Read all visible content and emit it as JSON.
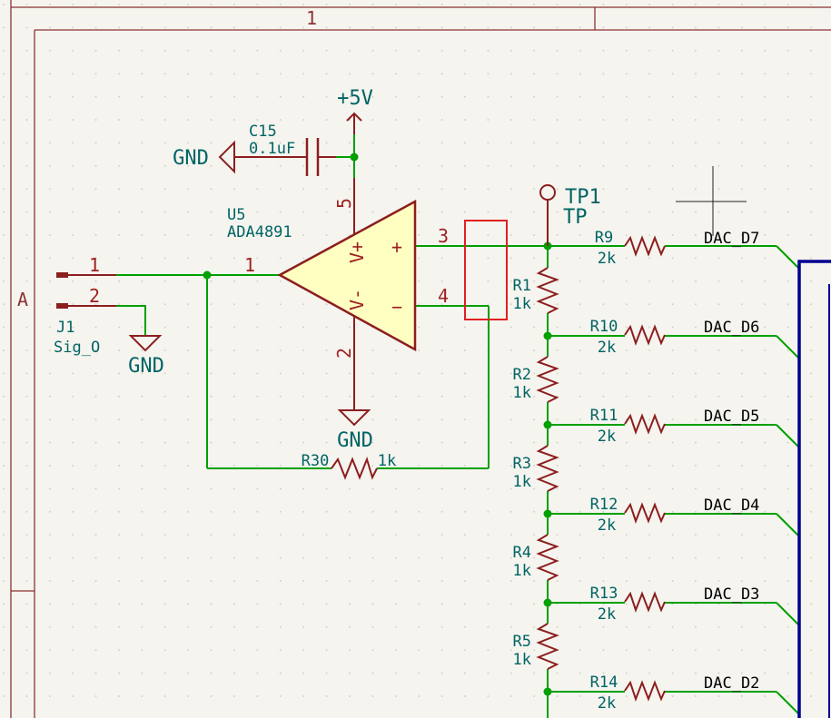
{
  "sheet": {
    "column_number": "1",
    "row_letter": "A"
  },
  "power": {
    "vcc": "+5V",
    "gnd": "GND"
  },
  "components": {
    "c15": {
      "ref": "C15",
      "value": "0.1uF"
    },
    "u5": {
      "ref": "U5",
      "value": "ADA4891",
      "pin_out": "1",
      "pin_plus": "3",
      "pin_minus": "4",
      "pin_vplus": "5",
      "pin_vminus": "2",
      "vplus_label": "V+",
      "vminus_label": "V-",
      "plus_sign": "+",
      "minus_sign": "−"
    },
    "j1": {
      "ref": "J1",
      "value": "Sig_O",
      "pin1": "1",
      "pin2": "2"
    },
    "tp1": {
      "ref": "TP1",
      "value": "TP"
    },
    "r30": {
      "ref": "R30",
      "value": "1k"
    },
    "ladder_series": [
      {
        "ref": "R1",
        "value": "1k"
      },
      {
        "ref": "R2",
        "value": "1k"
      },
      {
        "ref": "R3",
        "value": "1k"
      },
      {
        "ref": "R4",
        "value": "1k"
      },
      {
        "ref": "R5",
        "value": "1k"
      }
    ],
    "ladder_branches": [
      {
        "ref": "R9",
        "value": "2k",
        "net": "DAC_D7"
      },
      {
        "ref": "R10",
        "value": "2k",
        "net": "DAC_D6"
      },
      {
        "ref": "R11",
        "value": "2k",
        "net": "DAC_D5"
      },
      {
        "ref": "R12",
        "value": "2k",
        "net": "DAC_D4"
      },
      {
        "ref": "R13",
        "value": "2k",
        "net": "DAC_D3"
      },
      {
        "ref": "R14",
        "value": "2k",
        "net": "DAC_D2"
      }
    ]
  },
  "colors": {
    "background": "#f5f4ef",
    "wire": "#00a000",
    "symbol": "#8c1e1e",
    "opamp_fill": "#ffffc2",
    "text_teal": "#006464",
    "bus": "#000090",
    "selection": "#e02020",
    "border": "#8c3232"
  }
}
